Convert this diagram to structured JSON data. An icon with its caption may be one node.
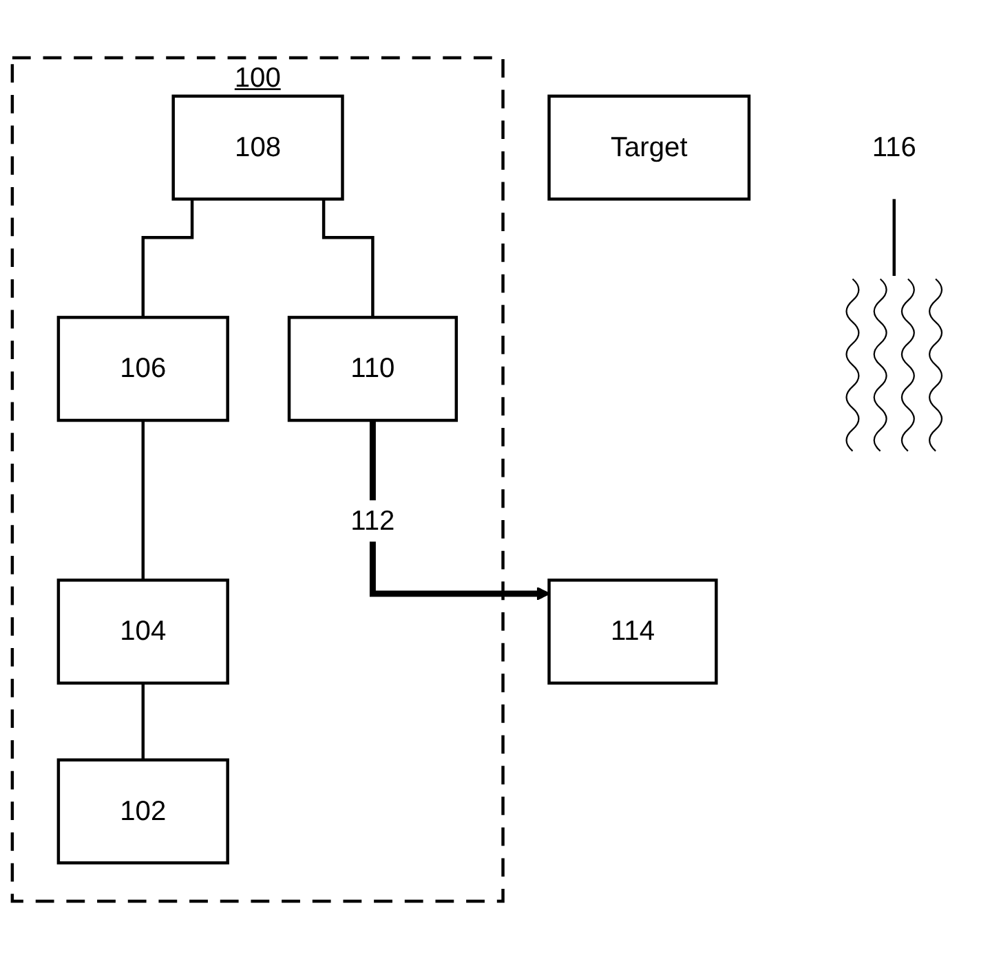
{
  "diagram": {
    "nodes": [
      {
        "text": [
          "100"
        ]
      },
      {
        "text": [
          "108"
        ],
        "in": 0
      },
      {
        "text": [
          "110"
        ],
        "in": 0
      },
      {
        "text": [
          "106"
        ],
        "in": 0
      },
      {
        "text": [
          "104"
        ],
        "in": 0
      },
      {
        "text": [
          "102"
        ],
        "in": 0
      },
      {
        "text": [
          "114"
        ]
      },
      {
        "text": [],
        "shape": "wave"
      },
      {
        "text": [
          "Target"
        ]
      },
      {
        "text": [
          "116"
        ]
      }
    ],
    "edges": [
      {
        "from": 1,
        "to": 2,
        "arrow": "none"
      },
      {
        "from": 2,
        "to": 6,
        "arrow": "to",
        "label": "112",
        "style": "thick"
      },
      {
        "from": 1,
        "to": 3,
        "arrow": "none"
      },
      {
        "from": 3,
        "to": 4,
        "arrow": "none"
      },
      {
        "from": 4,
        "to": 5,
        "arrow": "none"
      },
      {
        "from": 9,
        "to": 7,
        "arrow": "none"
      }
    ]
  }
}
